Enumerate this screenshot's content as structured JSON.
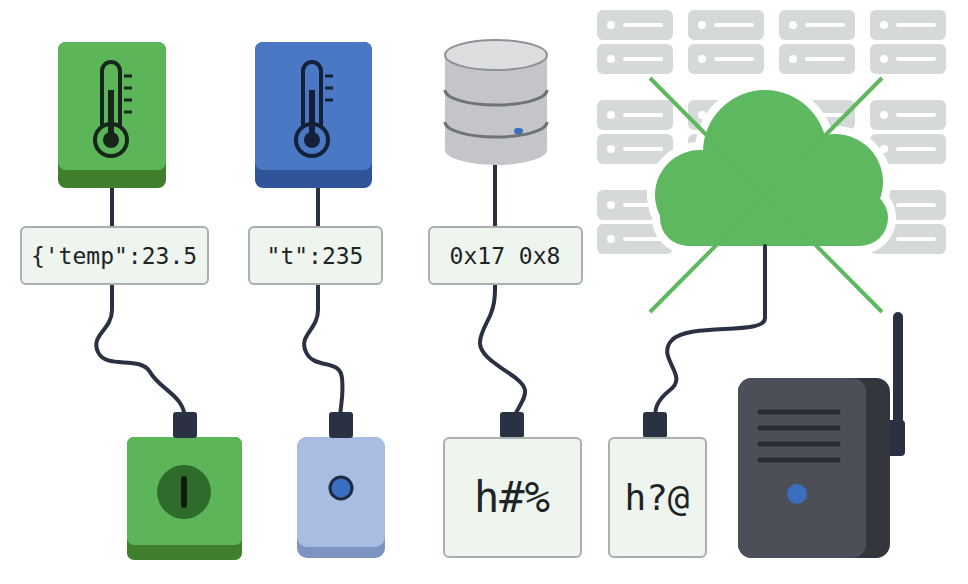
{
  "diagram": {
    "nodes": [
      {
        "text": [
          "{'temp\":23.5"
        ]
      },
      {
        "text": [
          "\"t\":235"
        ]
      },
      {
        "text": [
          "0x17 0x8"
        ]
      },
      {
        "text": [
          "h#%"
        ]
      },
      {
        "text": [
          "h?@"
        ]
      }
    ],
    "edges": [
      {
        "from": 2,
        "to": 3,
        "arrow": "none"
      }
    ]
  }
}
